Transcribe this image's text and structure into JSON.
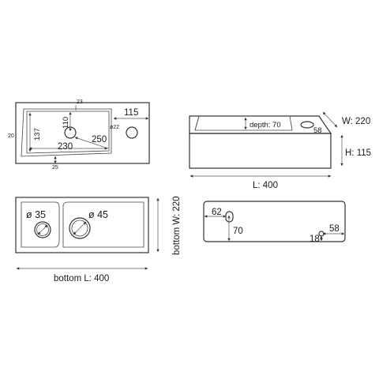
{
  "top_view": {
    "labels": {
      "d23": "23",
      "d115": "115",
      "d110": "110",
      "d137": "137",
      "d20": "20",
      "d230": "230",
      "d250": "250",
      "d22": "ø22",
      "d25": "25"
    }
  },
  "perspective_view": {
    "labels": {
      "depth": "depth: 70",
      "d58": "58",
      "width": "W: 220",
      "height": "H: 115",
      "length": "L: 400"
    }
  },
  "bottom_view": {
    "labels": {
      "d35": "ø 35",
      "d45": "ø 45",
      "width": "bottom W: 220",
      "length": "bottom L: 400"
    }
  },
  "back_view": {
    "labels": {
      "d62": "62",
      "d70": "70",
      "d58": "58",
      "d18": "18"
    }
  },
  "colors": {
    "line": "#333333",
    "background": "#ffffff"
  }
}
